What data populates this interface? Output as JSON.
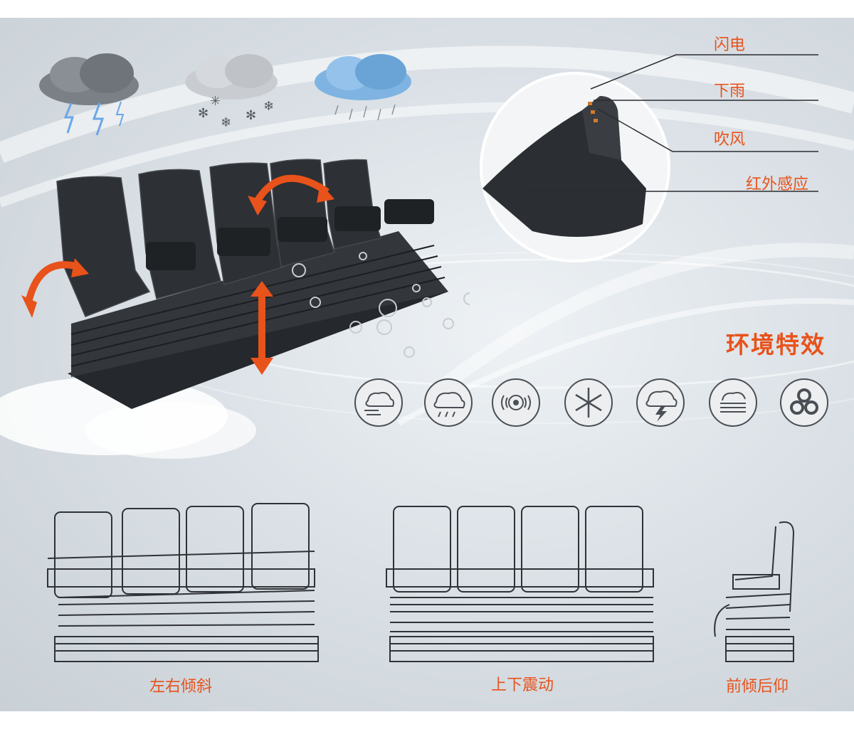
{
  "callouts": [
    "闪电",
    "下雨",
    "吹风",
    "红外感应"
  ],
  "effects_heading": "环境特效",
  "effect_icons": [
    "wind-icon",
    "rain-icon",
    "vibration-icon",
    "snow-icon",
    "lightning-icon",
    "fog-icon",
    "bubble-icon"
  ],
  "weather_icons": [
    "storm-cloud-icon",
    "snow-cloud-icon",
    "rain-cloud-icon"
  ],
  "motion_labels": {
    "tilt": "左右倾斜",
    "vibrate": "上下震动",
    "pitch": "前倾后仰"
  },
  "colors": {
    "accent": "#e8521b",
    "icon_stroke": "#4a4f55",
    "seat": "#2d3034",
    "line": "#3a3d42"
  }
}
